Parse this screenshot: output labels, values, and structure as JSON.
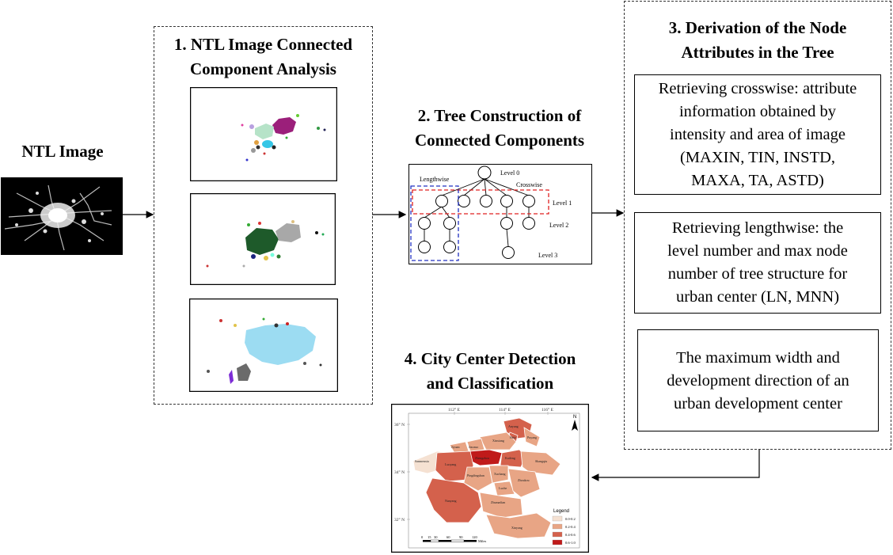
{
  "ntl": {
    "title": "NTL Image"
  },
  "step1": {
    "title_line1": "1. NTL Image Connected",
    "title_line2": "Component Analysis"
  },
  "step2": {
    "title_line1": "2. Tree Construction of",
    "title_line2": "Connected Components",
    "labels": {
      "level0": "Level 0",
      "level1": "Level 1",
      "level2": "Level 2",
      "level3": "Level 3",
      "lengthwise": "Lengthwise",
      "crosswise": "Crosswise"
    }
  },
  "step3": {
    "title_line1": "3. Derivation of the Node",
    "title_line2": "Attributes in the Tree",
    "box1": [
      "Retrieving crosswise: attribute",
      "information obtained by",
      "intensity and area of image",
      "(MAXIN, TIN, INSTD,",
      "MAXA, TA, ASTD)"
    ],
    "box2": [
      "Retrieving lengthwise: the",
      "level number and max node",
      "number of tree structure for",
      "urban center (LN, MNN)"
    ],
    "box3": [
      "The maximum width and",
      "development direction of an",
      "urban development center"
    ]
  },
  "step4": {
    "title_line1": "4. City Center Detection",
    "title_line2": "and Classification",
    "map": {
      "lon_labels": [
        "112° E",
        "114° E",
        "116° E"
      ],
      "lat_labels": [
        "36° N",
        "34° N",
        "32° N"
      ],
      "north": "N",
      "cities": [
        "Anyang",
        "Hebi",
        "Jiaozuo",
        "Xinxiang",
        "Puyang",
        "Jiyuan",
        "Zhengzhou",
        "Kaifeng",
        "Luoyang",
        "Sanmenxia",
        "Shangqiu",
        "Xuchang",
        "Pingdingshan",
        "Luohe",
        "Zhoukou",
        "Nanyang",
        "Zhumadian",
        "Xinyang"
      ],
      "scale_labels": [
        "0",
        "15",
        "30",
        "60",
        "90",
        "120"
      ],
      "scale_unit": "Miles",
      "legend": {
        "title": "Legend",
        "items": [
          {
            "label": "0.0-0.2",
            "color": "#f5e1d2"
          },
          {
            "label": "0.2-0.4",
            "color": "#e8a585"
          },
          {
            "label": "0.4-0.6",
            "color": "#d4614c"
          },
          {
            "label": "0.6-1.0",
            "color": "#c01a1a"
          }
        ]
      }
    }
  }
}
